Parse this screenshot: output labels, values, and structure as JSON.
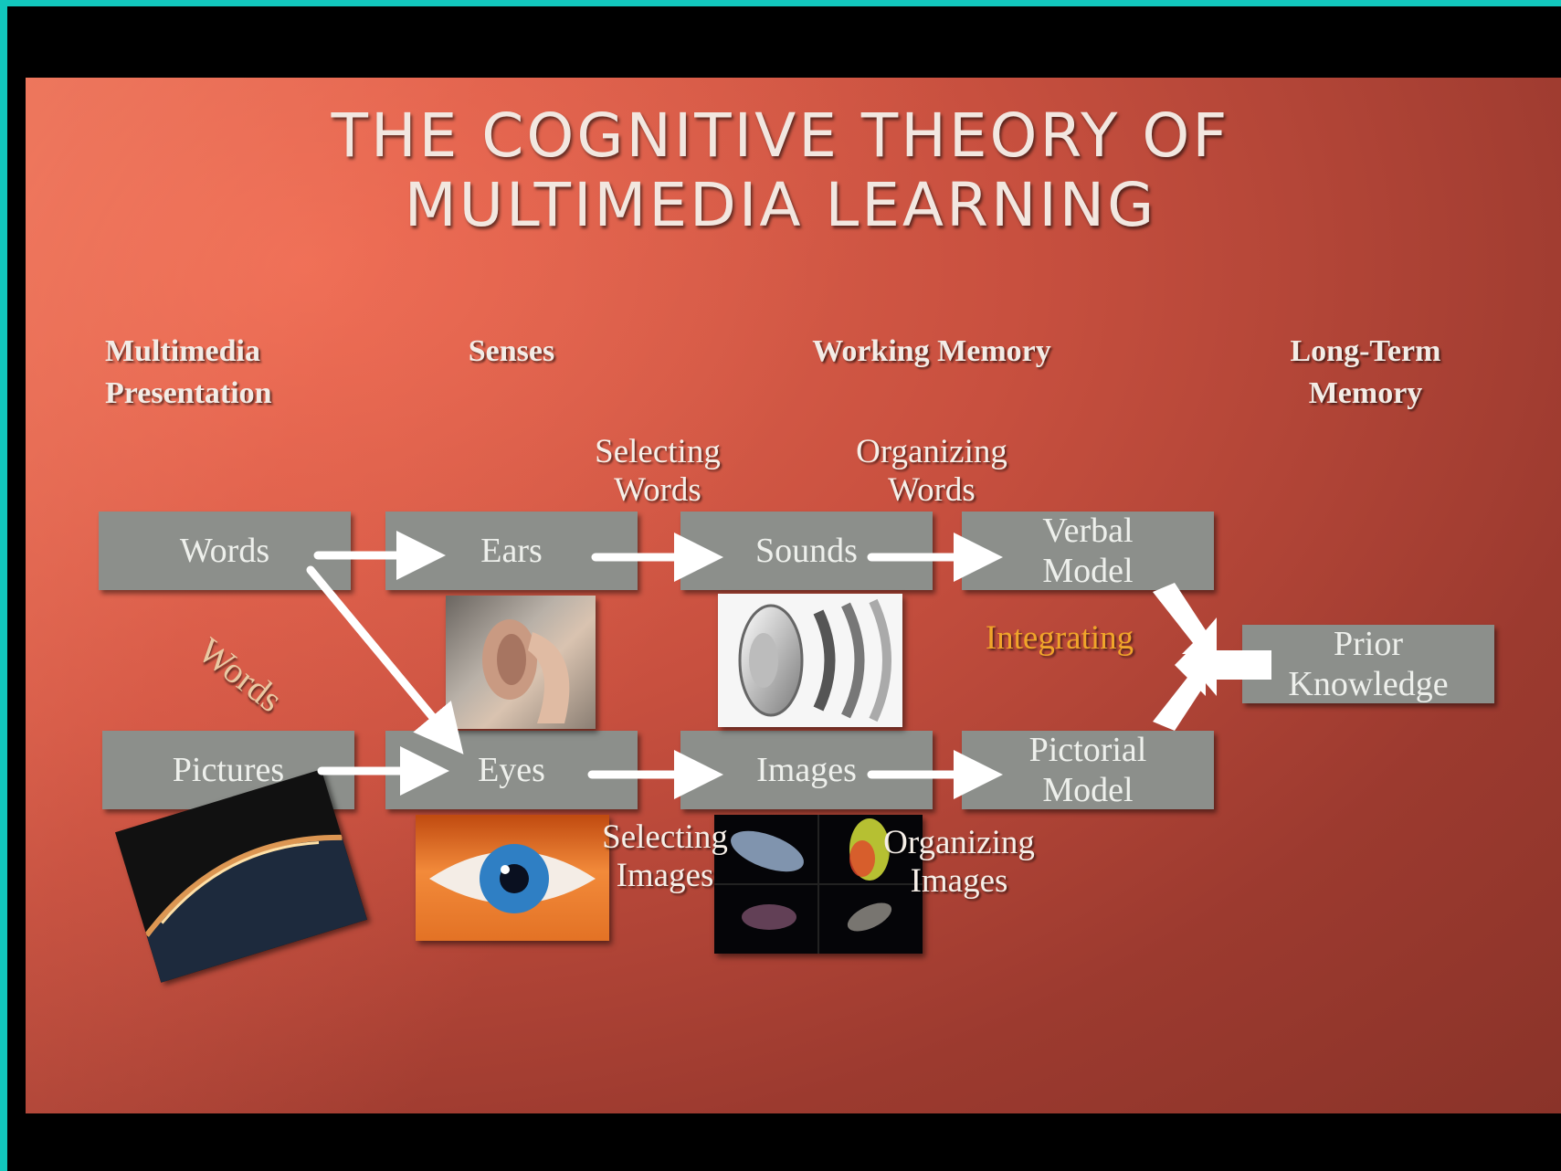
{
  "title": {
    "line1": "THE COGNITIVE THEORY OF",
    "line2": "MULTIMEDIA LEARNING"
  },
  "columns": {
    "presentation": [
      "Multimedia",
      "Presentation"
    ],
    "senses": "Senses",
    "working_memory": "Working Memory",
    "long_term": [
      "Long-Term",
      "Memory"
    ]
  },
  "processes": {
    "selecting_words": [
      "Selecting",
      "Words"
    ],
    "organizing_words": [
      "Organizing",
      "Words"
    ],
    "selecting_images": [
      "Selecting",
      "Images"
    ],
    "organizing_images": [
      "Organizing",
      "Images"
    ],
    "integrating": "Integrating",
    "words_diagonal": "Words"
  },
  "boxes": {
    "words": "Words",
    "ears": "Ears",
    "sounds": "Sounds",
    "verbal_model": [
      "Verbal",
      "Model"
    ],
    "pictures": "Pictures",
    "eyes": "Eyes",
    "images": "Images",
    "pictorial_model": [
      "Pictorial",
      "Model"
    ],
    "prior_knowledge": [
      "Prior",
      "Knowledge"
    ]
  },
  "colors": {
    "frame_border": "#12c7bd",
    "slide_red": "#c8503f",
    "box_gray": "#8c8f8b",
    "integrating_text": "#f0a52a",
    "words_diagonal_text": "#e9c9a3",
    "arrow": "#ffffff"
  }
}
